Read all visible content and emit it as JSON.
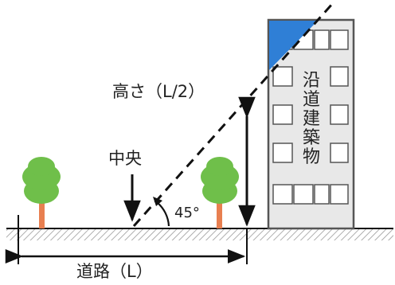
{
  "labels": {
    "height": "高さ（L/2）",
    "center": "中央",
    "angle": "45°",
    "road": "道路（L）",
    "building": [
      "沿",
      "道",
      "建",
      "築",
      "物"
    ]
  },
  "colors": {
    "tree_foliage": "#6fbf4a",
    "tree_trunk": "#e87f50",
    "building_fill": "#e8e8e8",
    "building_stroke": "#555555",
    "sky_triangle": "#2f7fd6",
    "ground_hatch": "#888888"
  },
  "icons": {
    "tree_left": "tree-icon",
    "tree_right": "tree-icon"
  }
}
